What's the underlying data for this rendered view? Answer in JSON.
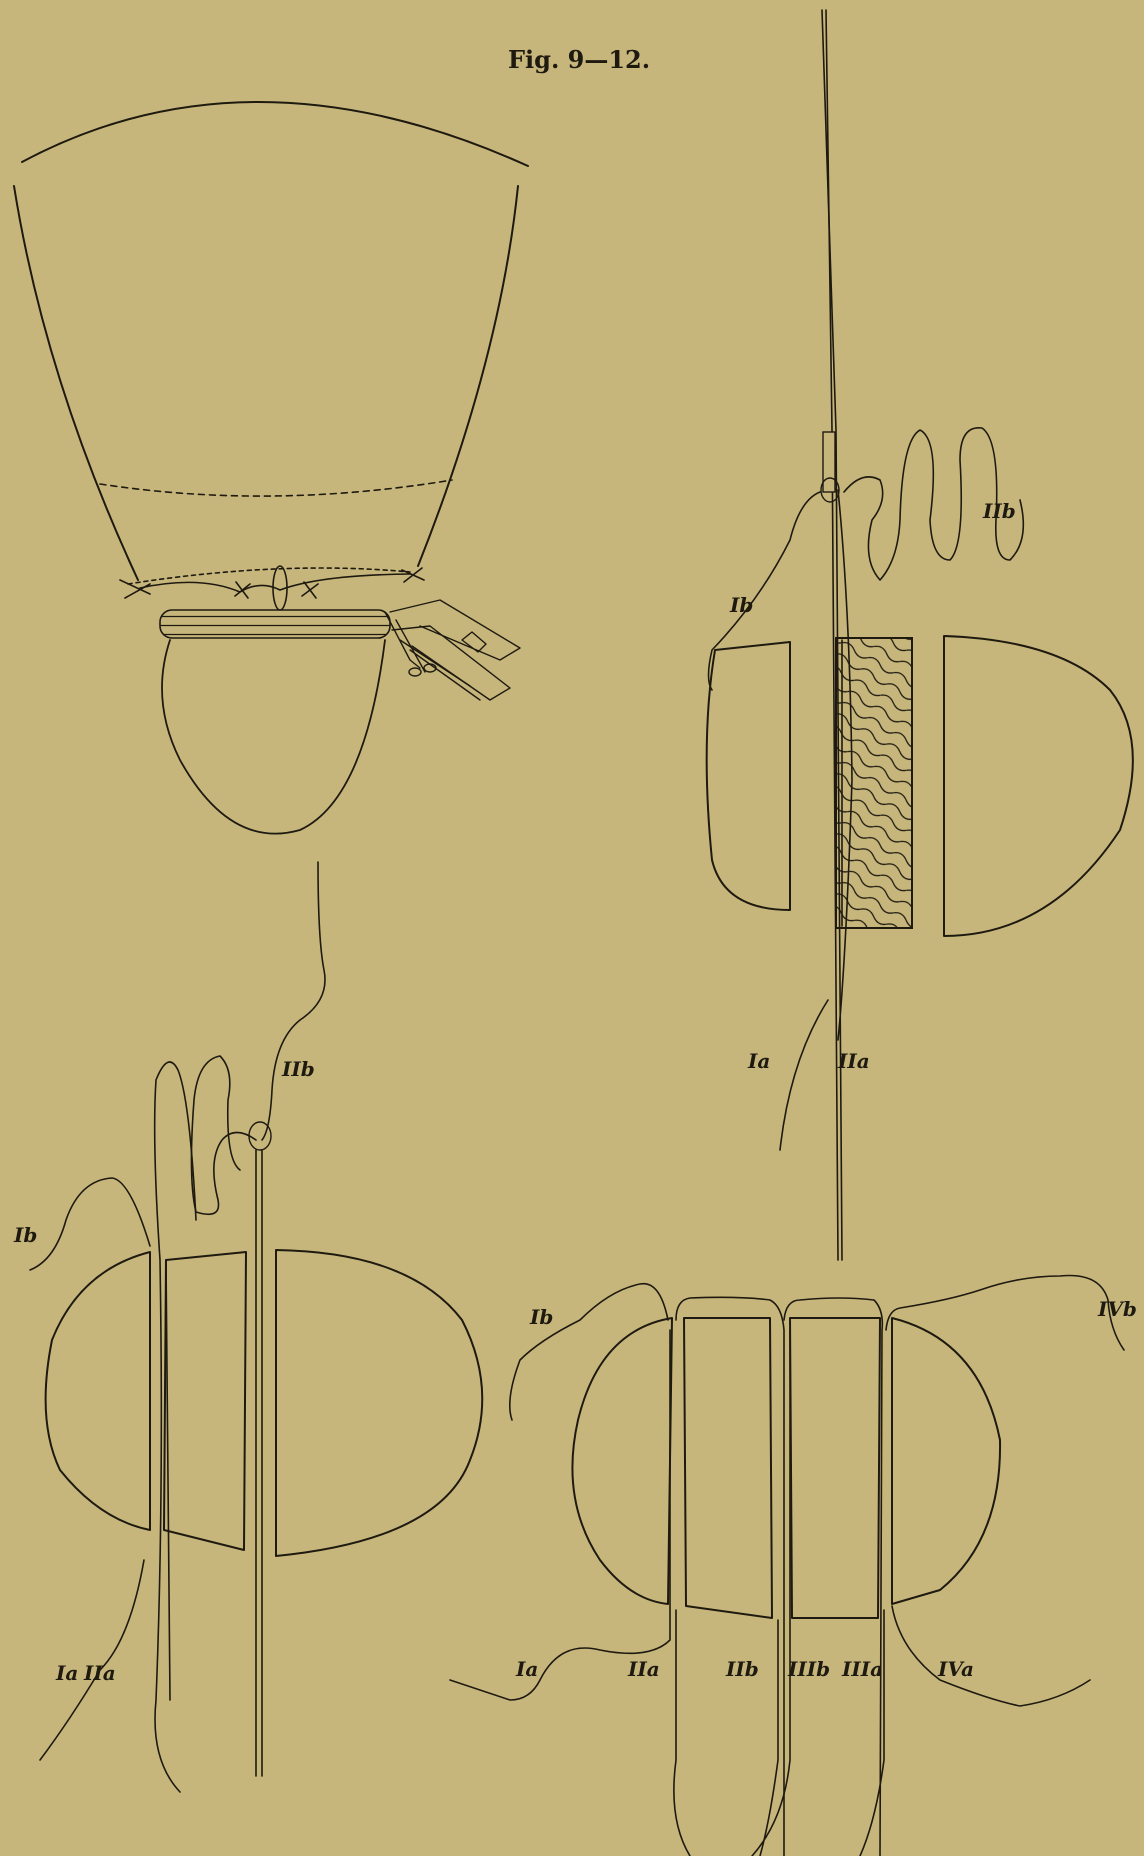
{
  "figure": {
    "title": "Fig. 9—12.",
    "labels": {
      "fig10": [
        "IIb",
        "Ib",
        "Ia",
        "IIa"
      ],
      "fig11": [
        "IIb",
        "Ib",
        "Ia",
        "IIa"
      ],
      "fig12": [
        "Ib",
        "IVb",
        "Ia",
        "IIa",
        "IIb",
        "IIIb",
        "IIIa",
        "IVa"
      ]
    }
  },
  "colors": {
    "paper": "#c7b67c",
    "ink": "#1e1a10"
  }
}
